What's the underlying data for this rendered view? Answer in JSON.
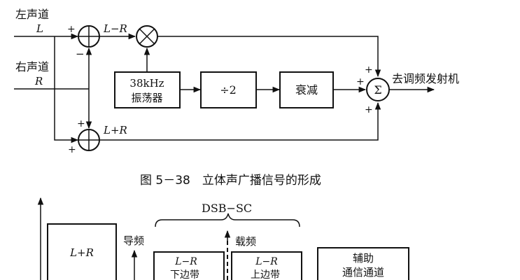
{
  "diagram": {
    "inputs": {
      "left_channel": "左声道",
      "left_symbol": "L",
      "right_channel": "右声道",
      "right_symbol": "R"
    },
    "signs": {
      "plus": "+",
      "minus": "−"
    },
    "signals": {
      "diff": "L−R",
      "sum": "L+R"
    },
    "blocks": {
      "oscillator_line1": "38kHz",
      "oscillator_line2": "振荡器",
      "divider": "÷2",
      "attenuator": "衰减",
      "summer_symbol": "Σ"
    },
    "output": "去调频发射机",
    "caption": "图 5－38　立体声广播信号的形成"
  },
  "spectrum": {
    "dsb_label": "DSB−SC",
    "pilot_label": "导频",
    "carrier_label": "载频",
    "block_sum": "L+R",
    "block_lower_1": "L−R",
    "block_lower_2": "下边带",
    "block_upper_1": "L−R",
    "block_upper_2": "上边带",
    "block_aux_1": "辅助",
    "block_aux_2": "通信通道"
  }
}
